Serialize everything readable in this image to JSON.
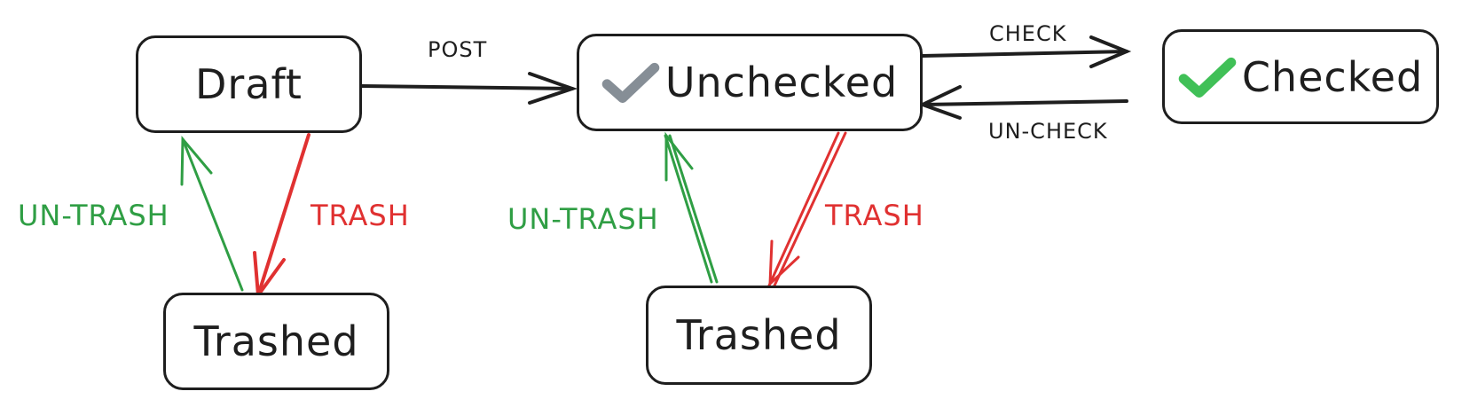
{
  "diagram": {
    "type": "state-diagram",
    "nodes": [
      {
        "id": "draft",
        "label": "Draft"
      },
      {
        "id": "unchecked",
        "label": "Unchecked",
        "icon": "checkmark-gray-icon"
      },
      {
        "id": "checked",
        "label": "Checked",
        "icon": "checkmark-green-icon"
      },
      {
        "id": "trashed_left",
        "label": "Trashed"
      },
      {
        "id": "trashed_right",
        "label": "Trashed"
      }
    ],
    "edges": [
      {
        "from": "draft",
        "to": "unchecked",
        "label": "POST"
      },
      {
        "from": "unchecked",
        "to": "checked",
        "label": "CHECK"
      },
      {
        "from": "checked",
        "to": "unchecked",
        "label": "UN-CHECK"
      },
      {
        "from": "draft",
        "to": "trashed_left",
        "label": "TRASH"
      },
      {
        "from": "trashed_left",
        "to": "draft",
        "label": "UN-TRASH"
      },
      {
        "from": "unchecked",
        "to": "trashed_right",
        "label": "TRASH"
      },
      {
        "from": "trashed_right",
        "to": "unchecked",
        "label": "UN-TRASH"
      }
    ]
  },
  "colors": {
    "stroke": "#1e1e1e",
    "trash": "#e03131",
    "untrash": "#2f9e44",
    "check_gray": "#868e96",
    "check_green": "#40c057"
  }
}
